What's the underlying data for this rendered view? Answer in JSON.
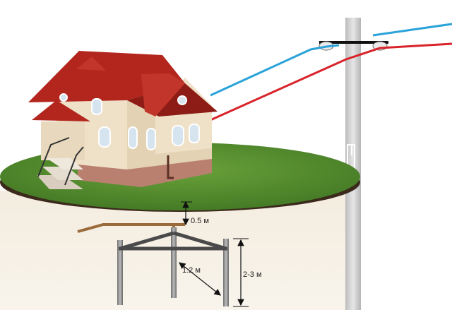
{
  "dimensions": {
    "depth_label": "0.5 м",
    "spacing_label": "1.2 м",
    "length_label": "2-3 м"
  },
  "colors": {
    "wire_phase": "#d8232a",
    "wire_neutral": "#2ba3d9",
    "ground_strip": "#9a6a3a",
    "ground_bar": "#4a4a4a",
    "electrode": "#8a8a8a",
    "pole": "#cfcfcf",
    "grass": "#4f8a2a",
    "soil": "#f6f0e6",
    "roof": "#b3261e",
    "wall": "#efe1c8"
  },
  "icons": {
    "house": "house-illustration",
    "pole": "power-pole",
    "electrode": "ground-electrode"
  }
}
